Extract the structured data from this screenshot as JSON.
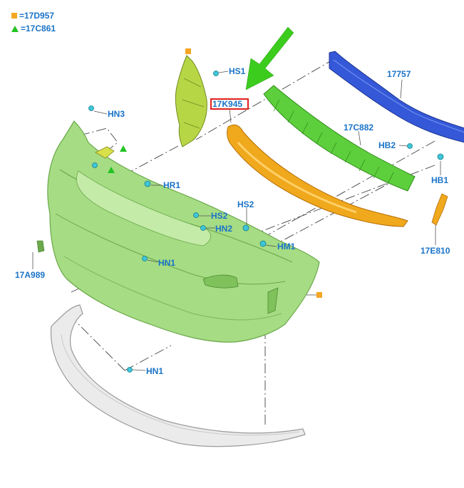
{
  "legend": [
    {
      "symbol": "square",
      "color": "#f5a623",
      "label": "=17D957"
    },
    {
      "symbol": "triangle",
      "color": "#22c322",
      "label": "=17C861"
    }
  ],
  "colors": {
    "label": "#1a73c8",
    "bumper": "#a6dc84",
    "reinforcement": "#3558d8",
    "absorber": "#5ecf3c",
    "grille": "#f0a81c",
    "bracket": "#b7d646",
    "lip": "#e2e2e2",
    "highlight_box": "#e0201c",
    "arrow": "#3ccc1e",
    "fastener": "#3ec6d8"
  },
  "labels": {
    "hs1": "HS1",
    "k945": "17K945",
    "r17757": "17757",
    "hn3": "HN3",
    "c882": "17C882",
    "hb2": "HB2",
    "hb1": "HB1",
    "hr1": "HR1",
    "hs2a": "HS2",
    "hs2b": "HS2",
    "hn2": "HN2",
    "hm1": "HM1",
    "e810": "17E810",
    "a989": "17A989",
    "hn1a": "HN1",
    "hn1b": "HN1"
  }
}
